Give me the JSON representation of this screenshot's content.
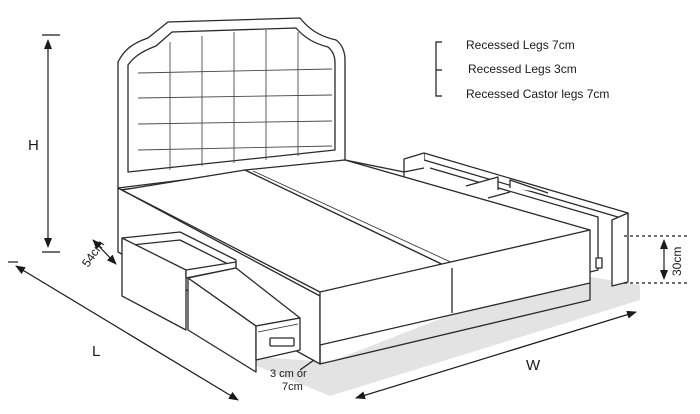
{
  "legend": {
    "items": [
      "Recessed Legs 7cm",
      "Recessed Legs 3cm",
      "Recessed Castor legs 7cm"
    ]
  },
  "dimensions": {
    "height": "H",
    "length": "L",
    "width": "W",
    "drawer_depth": "54cm",
    "base_height": "30cm",
    "leg_height_line1": "3 cm or",
    "leg_height_line2": "7cm"
  },
  "colors": {
    "line": "#2a2a2a",
    "shadow": "#d8d8d8",
    "fill": "#ffffff"
  }
}
